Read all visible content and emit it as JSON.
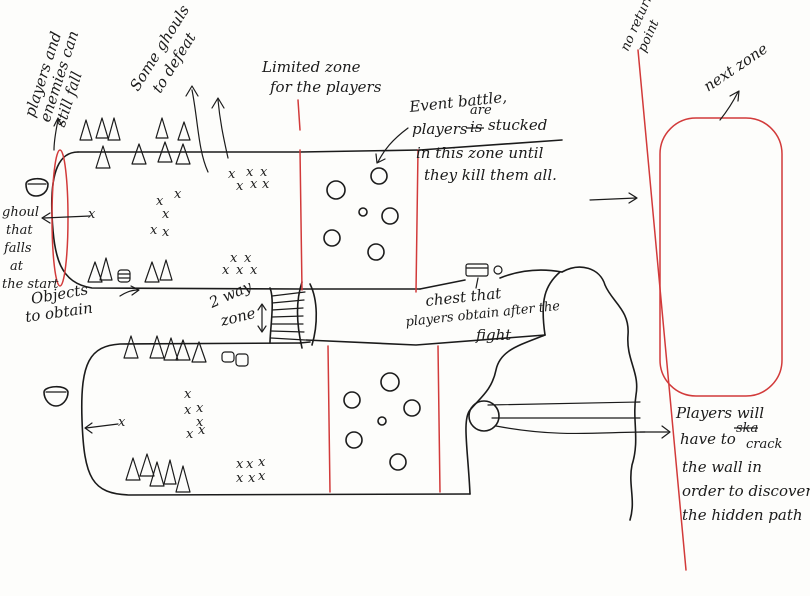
{
  "annotations": {
    "fall": [
      "players and",
      "enemies can",
      "still fall"
    ],
    "ghouls": [
      "Some ghouls",
      "to defeat"
    ],
    "limited_zone": [
      "Limited zone",
      "for the players"
    ],
    "event_battle": {
      "line1": "Event battle,",
      "are": "are",
      "line2": "players",
      "line2b": "is",
      "line2c": "stucked",
      "line3": "in this zone until",
      "line4": "they kill them all."
    },
    "no_return": [
      "no return",
      "point"
    ],
    "next_zone": "next zone",
    "ghoul_falls": [
      "ghoul",
      "that",
      "falls",
      "at",
      "the start"
    ],
    "objects": [
      "Objects",
      "to obtain"
    ],
    "two_way": [
      "2 way",
      "zone"
    ],
    "chest": [
      "chest that",
      "players obtain after the",
      "fight"
    ],
    "crack": {
      "line1": "Players will",
      "line2a": "have to",
      "line2b": "ska",
      "line2c": "crack",
      "line3": "the wall in",
      "line4": "order to discover",
      "line5": "the hidden path"
    }
  },
  "colors": {
    "ink": "#1b1b1b",
    "red": "#d23a3a",
    "paper": "#fdfdfb"
  }
}
